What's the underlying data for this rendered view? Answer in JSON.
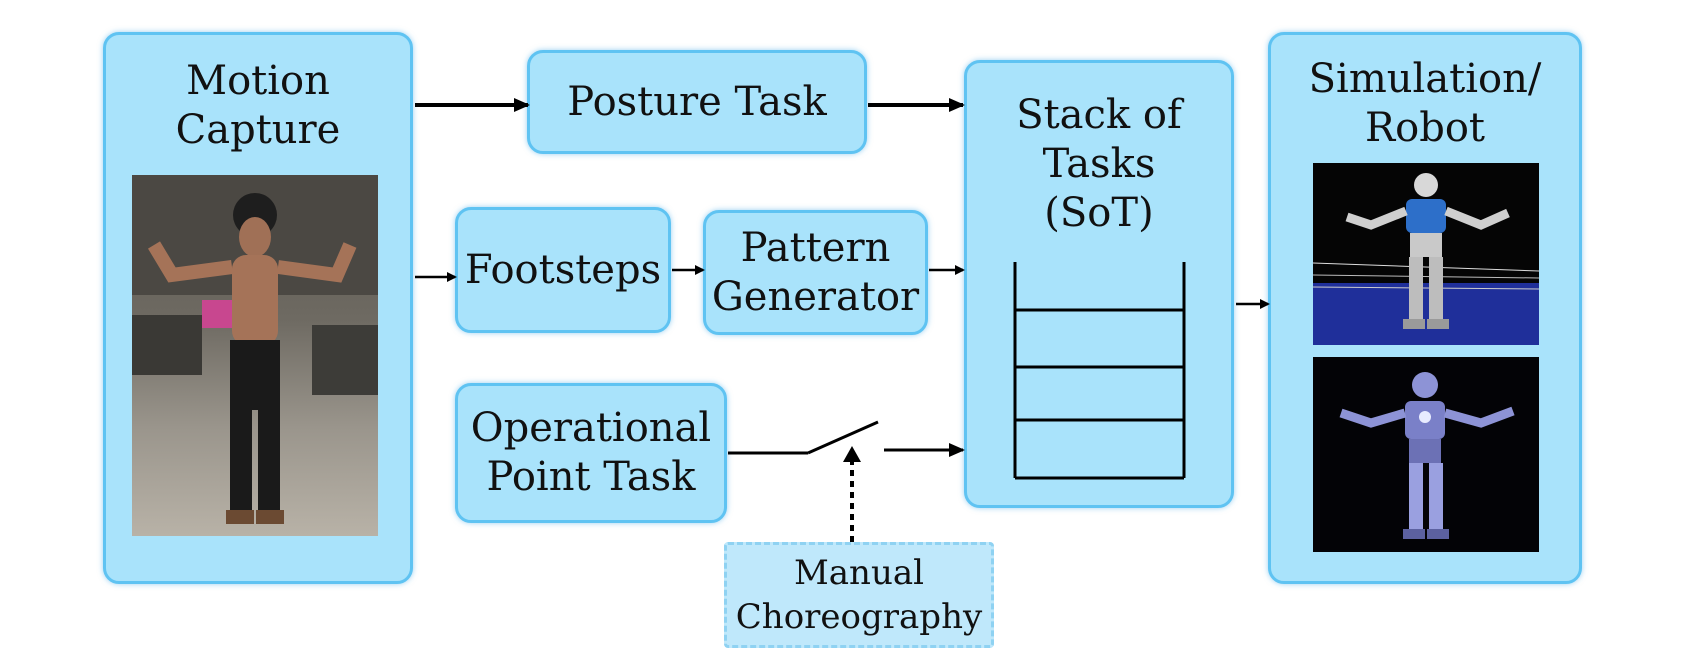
{
  "nodes": {
    "motion_capture": "Motion\nCapture",
    "posture_task": "Posture Task",
    "footsteps": "Footsteps",
    "pattern_generator": "Pattern\nGenerator",
    "operational_point_task": "Operational\nPoint Task",
    "stack_of_tasks": "Stack of\nTasks\n(SoT)",
    "simulation_robot": "Simulation/\nRobot",
    "manual_choreography": "Manual\nChoreography"
  },
  "colors": {
    "box_fill": "#a9e3fb",
    "box_border": "#5fc3f2",
    "arrow": "#000000"
  }
}
